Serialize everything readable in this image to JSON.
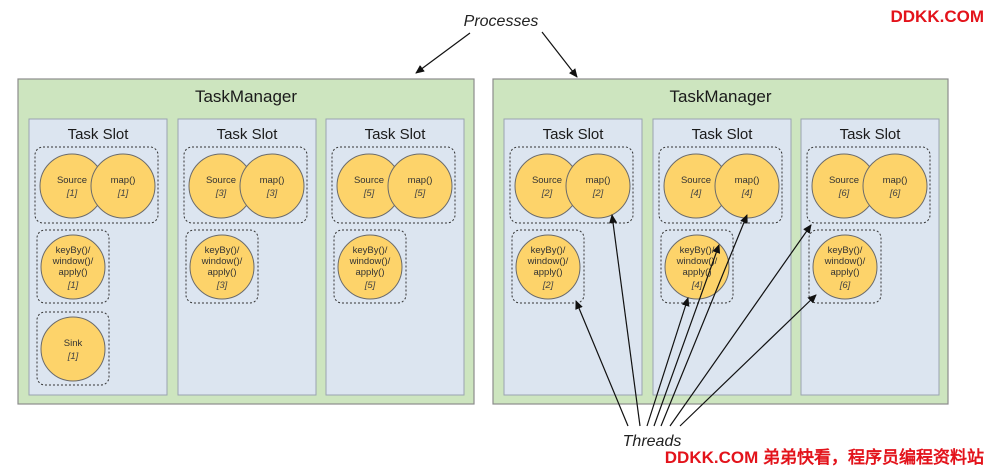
{
  "title": "Processes",
  "threads_label": "Threads",
  "watermark": {
    "top": "DDKK.COM",
    "bottom": "DDKK.COM 弟弟快看，程序员编程资料站"
  },
  "colors": {
    "task_manager_fill": "#cde5bf",
    "task_manager_stroke": "#8c8c8c",
    "slot_fill": "#dce5f0",
    "slot_stroke": "#9aa4b0",
    "operator_fill": "#fdd36a",
    "operator_stroke": "#6b6b6b",
    "watermark": "#e3131b"
  },
  "task_managers": [
    {
      "label": "TaskManager",
      "slots": [
        {
          "label": "Task Slot",
          "source": {
            "name": "Source",
            "index": "[1]"
          },
          "map": {
            "name": "map()",
            "index": "[1]"
          },
          "window_op": {
            "lines": [
              "keyBy()/",
              "window()/",
              "apply()"
            ],
            "index": "[1]"
          },
          "sink": {
            "name": "Sink",
            "index": "[1]"
          }
        },
        {
          "label": "Task Slot",
          "source": {
            "name": "Source",
            "index": "[3]"
          },
          "map": {
            "name": "map()",
            "index": "[3]"
          },
          "window_op": {
            "lines": [
              "keyBy()/",
              "window()/",
              "apply()"
            ],
            "index": "[3]"
          }
        },
        {
          "label": "Task Slot",
          "source": {
            "name": "Source",
            "index": "[5]"
          },
          "map": {
            "name": "map()",
            "index": "[5]"
          },
          "window_op": {
            "lines": [
              "keyBy()/",
              "window()/",
              "apply()"
            ],
            "index": "[5]"
          }
        }
      ]
    },
    {
      "label": "TaskManager",
      "slots": [
        {
          "label": "Task Slot",
          "source": {
            "name": "Source",
            "index": "[2]"
          },
          "map": {
            "name": "map()",
            "index": "[2]"
          },
          "window_op": {
            "lines": [
              "keyBy()/",
              "window()/",
              "apply()"
            ],
            "index": "[2]"
          }
        },
        {
          "label": "Task Slot",
          "source": {
            "name": "Source",
            "index": "[4]"
          },
          "map": {
            "name": "map()",
            "index": "[4]"
          },
          "window_op": {
            "lines": [
              "keyBy()/",
              "window()/",
              "apply()"
            ],
            "index": "[4]"
          }
        },
        {
          "label": "Task Slot",
          "source": {
            "name": "Source",
            "index": "[6]"
          },
          "map": {
            "name": "map()",
            "index": "[6]"
          },
          "window_op": {
            "lines": [
              "keyBy()/",
              "window()/",
              "apply()"
            ],
            "index": "[6]"
          }
        }
      ]
    }
  ]
}
